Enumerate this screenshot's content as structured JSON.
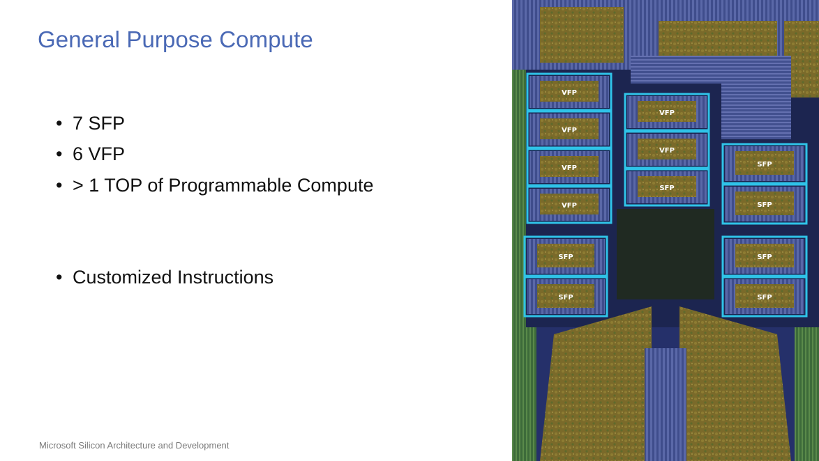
{
  "slide": {
    "title": "General Purpose Compute",
    "bullets": [
      "7 SFP",
      "6 VFP",
      "> 1 TOP of Programmable Compute",
      "Customized Instructions"
    ],
    "footer": "Microsoft Silicon Architecture and Development"
  },
  "die_photo": {
    "block_labels": {
      "vfp": "VFP",
      "sfp": "SFP"
    },
    "highlight_color": "#2fc3e8"
  }
}
